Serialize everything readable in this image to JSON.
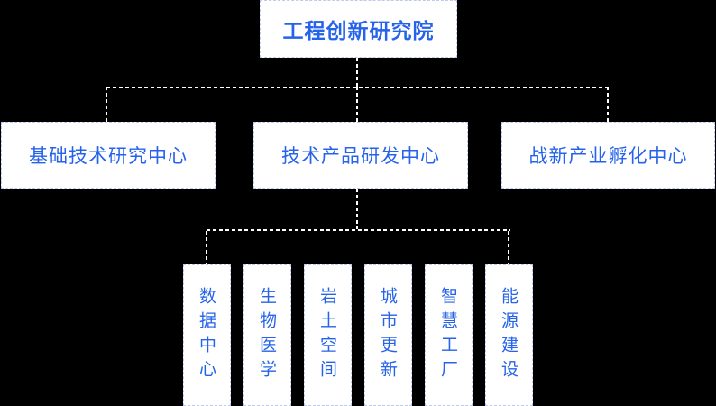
{
  "org_chart": {
    "root": {
      "label": "工程创新研究院"
    },
    "level2": [
      {
        "label": "基础技术研究中心"
      },
      {
        "label": "技术产品研发中心"
      },
      {
        "label": "战新产业孵化中心"
      }
    ],
    "level3": [
      {
        "label": "数据中心"
      },
      {
        "label": "生物医学"
      },
      {
        "label": "岩土空间"
      },
      {
        "label": "城市更新"
      },
      {
        "label": "智慧工厂"
      },
      {
        "label": "能源建设"
      }
    ],
    "colors": {
      "background": "#000000",
      "node_fill": "#ffffff",
      "node_border": "#bdc9ee",
      "text_accent": "#2563eb",
      "connector": "#ffffff"
    }
  }
}
